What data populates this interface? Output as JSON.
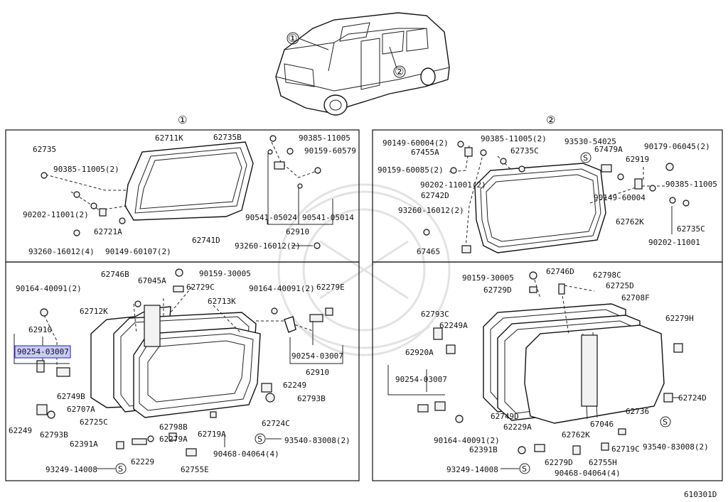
{
  "callouts": {
    "one": "①",
    "two": "②",
    "one_header": "①",
    "two_header": "②"
  },
  "diagram_code": "610301D",
  "panels": {
    "p1": {
      "labels": {
        "a": "62711K",
        "b": "62735B",
        "c": "62735",
        "d": "90385-11005",
        "e": "90159-60579",
        "f": "90385-11005(2)",
        "g": "90202-11001(2)",
        "h": "62721A",
        "i": "93260-16012(4)",
        "j": "90149-60107(2)",
        "k": "62741D",
        "l": "90541-05024",
        "m": "90541-05014",
        "n": "62910",
        "o": "93260-16012(2)"
      }
    },
    "p2": {
      "labels": {
        "a": "90149-60004(2)",
        "b": "90385-11005(2)",
        "c": "93530-54025",
        "d": "90179-06045(2)",
        "e": "67455A",
        "f": "62735C",
        "g": "67479A",
        "h": "62919",
        "i": "90159-60085(2)",
        "j": "90202-11001(2)",
        "k": "62742D",
        "l": "90385-11005",
        "m": "90149-60004",
        "n": "93260-16012(2)",
        "o": "62762K",
        "p": "62735C",
        "q": "90202-11001",
        "r": "67465"
      }
    },
    "p3": {
      "labels": {
        "a": "62746B",
        "b": "67045A",
        "c": "90159-30005",
        "d": "62729C",
        "e": "90164-40091(2)",
        "f": "90164-40091(2)",
        "g": "62279E",
        "h": "62712K",
        "i": "62713K",
        "j": "62910",
        "k": "90254-03007",
        "l": "90254-03007",
        "m": "62910",
        "n": "62749B",
        "o": "62707A",
        "p": "62249",
        "q": "62793B",
        "r": "62725C",
        "s": "62249",
        "t": "62793B",
        "u": "62798B",
        "v": "62724C",
        "w": "62391A",
        "x": "62279A",
        "y": "62719A",
        "z": "93540-83008(2)",
        "aa": "90468-04064(4)",
        "ab": "62229",
        "ac": "93249-14008",
        "ad": "62755E"
      }
    },
    "p4": {
      "labels": {
        "a": "90159-30005",
        "b": "62746D",
        "c": "62798C",
        "d": "62729D",
        "e": "62725D",
        "f": "62708F",
        "g": "62793C",
        "h": "62279H",
        "i": "62249A",
        "j": "62920A",
        "k": "90254-03007",
        "l": "62724D",
        "m": "62749D",
        "n": "62736",
        "o": "62229A",
        "p": "67046",
        "q": "90164-40091(2)",
        "r": "62762K",
        "s": "62719C",
        "t": "62391B",
        "u": "93540-83008(2)",
        "v": "62279D",
        "w": "62755H",
        "x": "93249-14008",
        "y": "90468-04064(4)"
      }
    }
  }
}
